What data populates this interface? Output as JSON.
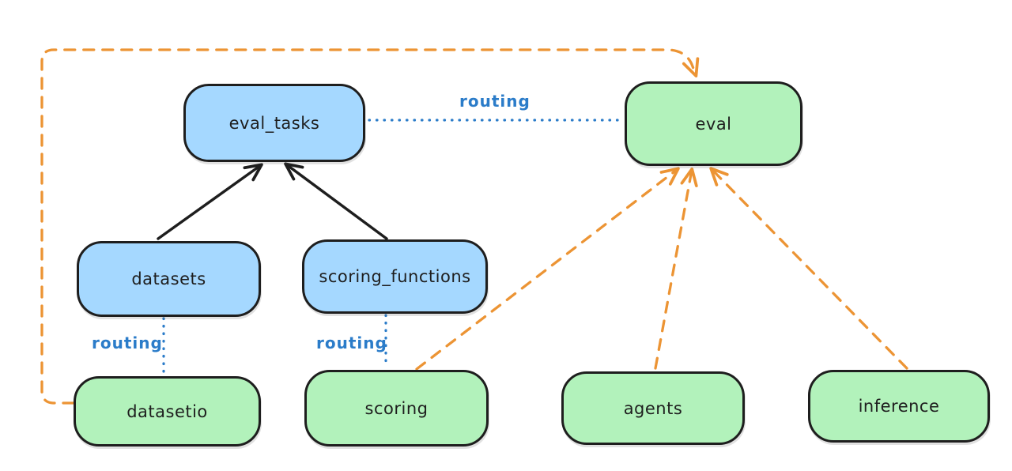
{
  "diagram": {
    "type": "architecture-graph",
    "style": "hand-drawn",
    "colors": {
      "api_box_fill": "#a5d8ff",
      "provider_box_fill": "#b2f2bb",
      "box_stroke": "#1e1e1e",
      "solid_arrow": "#1e1e1e",
      "routing_line": "#2b7cc9",
      "dashed_arrow": "#ec9434",
      "background": "#ffffff"
    }
  },
  "nodes": [
    {
      "id": "eval_tasks",
      "label": "eval_tasks",
      "kind": "blue"
    },
    {
      "id": "eval",
      "label": "eval",
      "kind": "green"
    },
    {
      "id": "datasets",
      "label": "datasets",
      "kind": "blue"
    },
    {
      "id": "scoring_functions",
      "label": "scoring_functions",
      "kind": "blue"
    },
    {
      "id": "datasetio",
      "label": "datasetio",
      "kind": "green"
    },
    {
      "id": "scoring",
      "label": "scoring",
      "kind": "green"
    },
    {
      "id": "agents",
      "label": "agents",
      "kind": "green"
    },
    {
      "id": "inference",
      "label": "inference",
      "kind": "green"
    }
  ],
  "edge_labels": [
    {
      "text": "routing",
      "between": "eval_tasks and eval"
    },
    {
      "text": "routing",
      "between": "datasets and datasetio"
    },
    {
      "text": "routing",
      "between": "scoring_functions and scoring"
    }
  ],
  "edges": [
    {
      "from": "datasets",
      "to": "eval_tasks",
      "style": "solid-black-arrow"
    },
    {
      "from": "scoring_functions",
      "to": "eval_tasks",
      "style": "solid-black-arrow"
    },
    {
      "from": "eval_tasks",
      "to": "eval",
      "style": "dotted-blue-line",
      "label": "routing"
    },
    {
      "from": "datasets",
      "to": "datasetio",
      "style": "dotted-blue-line",
      "label": "routing"
    },
    {
      "from": "scoring_functions",
      "to": "scoring",
      "style": "dotted-blue-line",
      "label": "routing"
    },
    {
      "from": "datasetio",
      "to": "eval",
      "style": "dashed-orange-arrow",
      "route": "around-left-and-top"
    },
    {
      "from": "scoring",
      "to": "eval",
      "style": "dashed-orange-arrow"
    },
    {
      "from": "agents",
      "to": "eval",
      "style": "dashed-orange-arrow"
    },
    {
      "from": "inference",
      "to": "eval",
      "style": "dashed-orange-arrow"
    }
  ]
}
